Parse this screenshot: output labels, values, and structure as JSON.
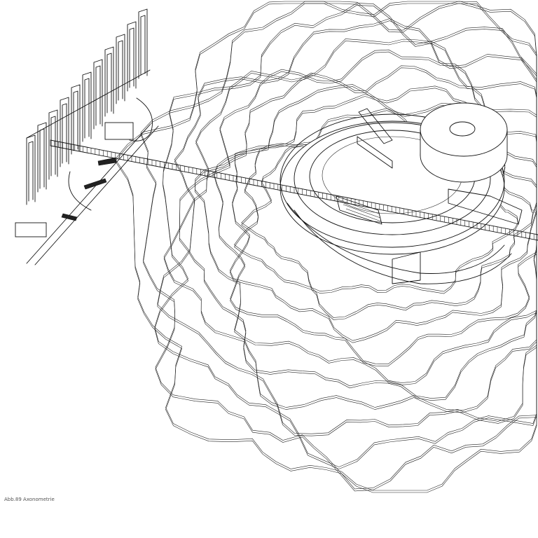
{
  "caption": "Abb.89 Axonometrie",
  "colors": {
    "ink": "#111111",
    "paper": "#ffffff",
    "caption": "#555555"
  },
  "figure": {
    "type": "axonometric line drawing",
    "subject": "terrain contours with circular building and long bridge"
  }
}
